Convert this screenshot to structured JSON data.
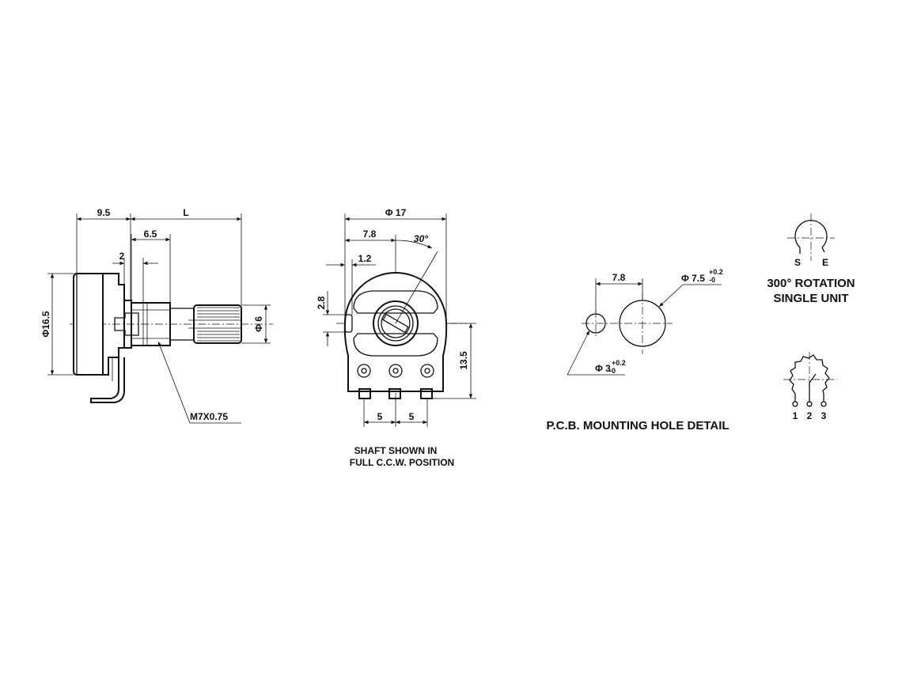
{
  "side_view": {
    "dim_top_left": "9.5",
    "dim_length": "L",
    "dim_mid": "6.5",
    "dim_small": "2",
    "dim_body_dia": "Φ16.5",
    "dim_shaft_dia": "Φ 6",
    "thread_label": "M7X0.75"
  },
  "front_view": {
    "dim_dia": "Φ 17",
    "dim_offset": "7.8",
    "dim_angle": "30°",
    "dim_tab": "1.2",
    "dim_height": "2.8",
    "dim_pin_height": "13.5",
    "dim_pitch_1": "5",
    "dim_pitch_2": "5",
    "caption_line1": "SHAFT SHOWN IN",
    "caption_line2": "FULL C.C.W. POSITION"
  },
  "pcb_detail": {
    "dim_spacing": "7.8",
    "large_hole_dia": "Φ 7.5",
    "large_hole_tol_plus": "+0.2",
    "large_hole_tol_minus": "-0",
    "small_hole_dia": "Φ 3",
    "small_hole_tol_plus": "+0.2",
    "small_hole_tol_minus": "-0",
    "caption": "P.C.B. MOUNTING HOLE DETAIL"
  },
  "rotation": {
    "start_label": "S",
    "end_label": "E",
    "caption_line1": "300° ROTATION",
    "caption_line2": "SINGLE UNIT"
  },
  "schematic": {
    "pin1": "1",
    "pin2": "2",
    "pin3": "3"
  }
}
